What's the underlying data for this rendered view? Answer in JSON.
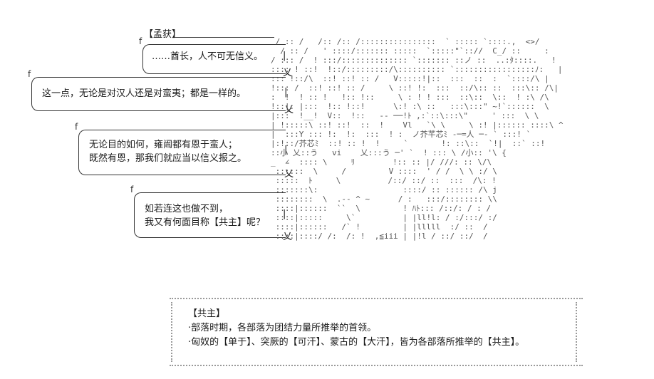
{
  "speaker": "【孟获】",
  "bubbles": [
    {
      "line1": "……酋长，人不可无信义。"
    },
    {
      "line1": "这一点，无论是对汉人还是对蛮夷；都是一样的。"
    },
    {
      "line1": "无论目的如何，雍闿都有恩于蛮人；",
      "line2": "既然有恩，那我们就应当以信义报之。"
    },
    {
      "line1": "如若连这也做不到，",
      "line2": "我又有何面目称【共主】呢？"
    }
  ],
  "art_text": " / :: /   /:: /:: /::::::::::::::::  ` ::::: `::::.,  <>/\n  / :: /   ' ::::/::::::: :::::  `:::::\"`:://  C_/ ::     :\n/ ::: /  ! :::/:::::::::::::: `::::::: ::ノ ::  ..:ﾀ::::.   !\n:::: ! ::!  !::/:::::::::/\\:::::::::: `:::::::::::::::::ﾉ:   |\n::: !::/\\  ::! ::! :: /   V:::::!|::  :::  ::  :  `::::/\\ |\n!::: /  ::! ::! :: /     \\ ::! !:  :::  ::/\\:: ::  :::\\:: /\\|\n:  !  ! :: !   !:: !::     \\ : ! ! :::  ::\\::  \\::  ! :\\ /\\\n!::|: |:::  !:: !::!      \\:! :\\ ::   :::\\:::\" ~!`::::::  \\\n|:::  !__!  V::  !::   -- ──!ﾄ ,:`::\\:::\\\"     ' :::  \\ \\ \n| !:::::\\ ::! ::!  ::  !    Vl   `\\ \\     \\ :! |:::::: ::::\\ ^\n|  :::Y ::: !:  !:  :::  ! :  ノ芥芊芯ﾐ -─=人 ─- ` :::! `\n|:!::/芥芯ﾐ  ::! :: !  !     `       !: ::\\::  `!|  ::` ::! \n::小 乂::う   vi    乂:::う ─' `  ! ::: \\ /小:: '\\ {\n_  ∠  :::: \\     ﾘ        !:: :: |/ ///: :: \\/\\\n ::::::  \\     /         V ::::  ' / /  \\ \\ :/ \\ \n :::::  ﾄ     \\          /::/ ::/ ::  :::  /\\: !\n :::::::\\:                  ::::/ :: :::::: /\\ j\n ::::::::  \\  .-- ^ ~      / :   :::/:::::::: \\\\\n ::::|::::::  ``  \\         ! ﾊﾄ::: /::/: / : /\n ::::|:::::     \\`          | |ll!l: / :/:::/ :/\n ::::|::::::   /` !         | |lllll  :/ ::  /\n ::::|::::/ /:  /: !  ,≦iii | |!l / ::/ ::/  /",
  "note": {
    "title": "【共主】",
    "line1": "·部落时期，各部落为团结力量所推举的首领。",
    "line2": "·匈奴的【单于】、突厥的【可汗】、蒙古的【大汗】，皆为各部落所推举的【共主】。"
  }
}
